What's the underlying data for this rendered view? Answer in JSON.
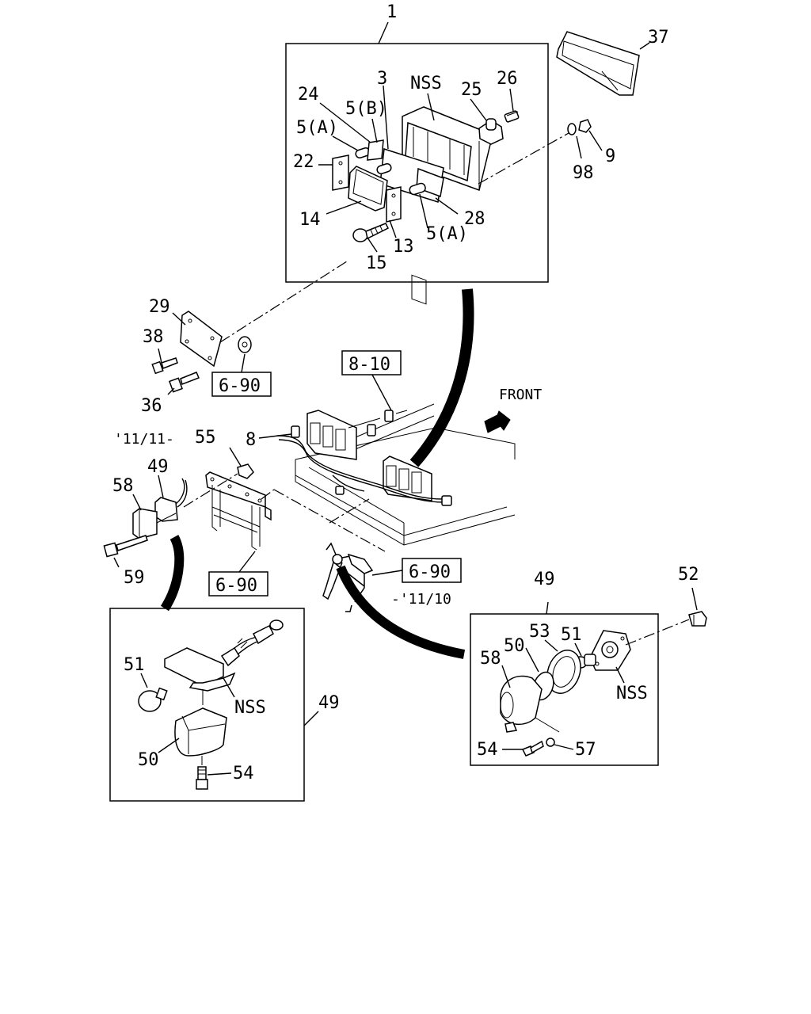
{
  "labels": {
    "l1": "1",
    "l3": "3",
    "nss_top": "NSS",
    "l24": "24",
    "l5b": "5(B)",
    "l25": "25",
    "l26": "26",
    "l5a_1": "5(A)",
    "l22": "22",
    "l14": "14",
    "l13": "13",
    "l15": "15",
    "l5a_2": "5(A)",
    "l28": "28",
    "l98": "98",
    "l9": "9",
    "l37": "37",
    "l29": "29",
    "l38": "38",
    "l36": "36",
    "ref_690_a": "6-90",
    "ref_810": "8-10",
    "front": "FRONT",
    "l8": "8",
    "date_from": "'11/11-",
    "l55": "55",
    "l49_a": "49",
    "l58_a": "58",
    "l59": "59",
    "ref_690_b": "6-90",
    "ref_690_c": "6-90",
    "date_to": "-'11/10",
    "l49_b": "49",
    "l52": "52",
    "l50_b": "50",
    "l53": "53",
    "l51_b": "51",
    "l58_b": "58",
    "nss_right": "NSS",
    "l54_b": "54",
    "l57": "57",
    "l51_a": "51",
    "nss_left": "NSS",
    "l49_c": "49",
    "l50_a": "50",
    "l54_a": "54"
  }
}
